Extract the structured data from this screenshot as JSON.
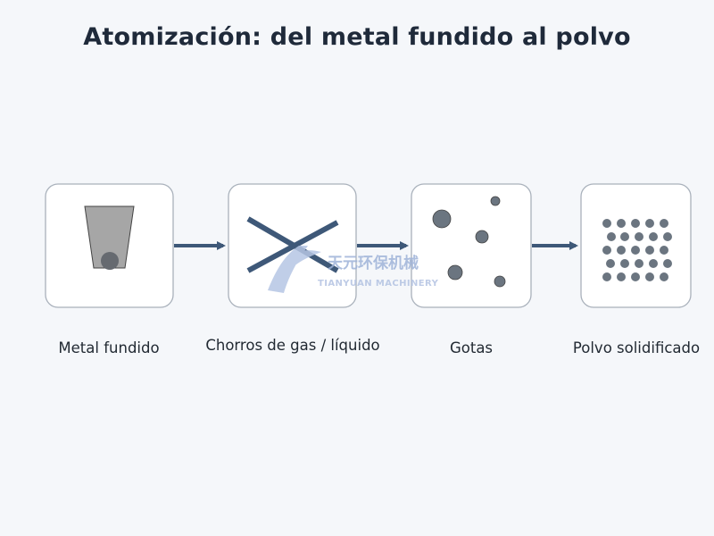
{
  "title": "Atomización: del metal fundido al polvo",
  "stages": [
    {
      "label": "Metal fundido",
      "icon": "crucible-icon"
    },
    {
      "label": "Chorros de gas / líquido",
      "icon": "crossed-jets-icon"
    },
    {
      "label": "Gotas",
      "icon": "droplets-icon"
    },
    {
      "label": "Polvo solidificado",
      "icon": "powder-grid-icon"
    }
  ],
  "watermark": {
    "cn": "天元环保机械",
    "en": "TIANYUAN MACHINERY"
  },
  "colors": {
    "arrow": "#3e5878",
    "box_border": "#a9b1bb",
    "particle": "#6b7580",
    "crucible": "#a6a6a6"
  }
}
